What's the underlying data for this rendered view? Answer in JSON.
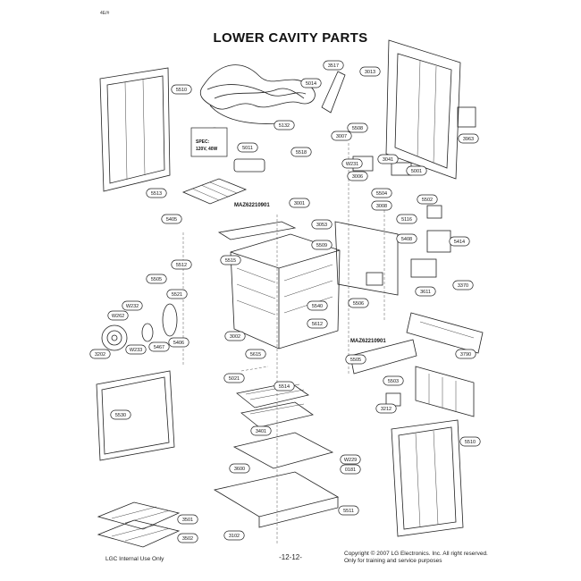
{
  "page": {
    "title": "LOWER CAVITY PARTS",
    "corner_mark": "4E/#",
    "footer_left": "LGC Internal Use Only",
    "footer_center": "-12-12-",
    "footer_right_line1": "Copyright © 2007 LG Electronics. Inc. All right reserved.",
    "footer_right_line2": "Only for training and service purposes"
  },
  "spec_box": {
    "line1": "SPEC:",
    "line2": "120V, 40W"
  },
  "callouts": [
    "MAZ62210901",
    "MAZ62210901"
  ],
  "labels": [
    "5510",
    "3517",
    "3013",
    "5014",
    "5132",
    "3963",
    "5011",
    "5508",
    "3007",
    "5518",
    "W231",
    "3041",
    "5001",
    "3006",
    "5513",
    "5504",
    "3001",
    "5502",
    "3008",
    "5405",
    "3053",
    "5116",
    "5509",
    "5408",
    "5414",
    "5512",
    "5515",
    "3611",
    "5505",
    "3370",
    "5521",
    "5506",
    "W232",
    "W262",
    "5540",
    "5612",
    "5406",
    "5467",
    "W233",
    "3202",
    "3002",
    "5615",
    "5505",
    "3790",
    "5021",
    "5514",
    "5503",
    "3212",
    "5530",
    "3401",
    "5510",
    "W229",
    "3600",
    "0181",
    "3501",
    "3502",
    "3102",
    "5511"
  ]
}
